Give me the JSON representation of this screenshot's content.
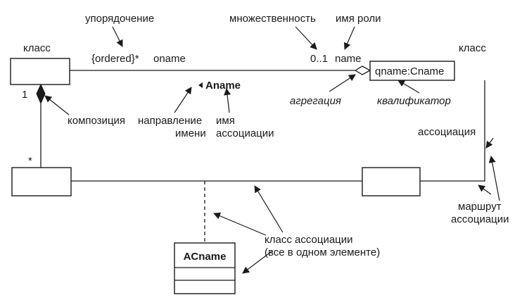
{
  "labels": {
    "ordering_callout": "упорядочение",
    "multiplicity_callout": "множественность",
    "role_name_callout": "имя роли",
    "class_left": "класс",
    "class_right": "класс",
    "ordered_constraint": "{ordered}*",
    "role_oname": "oname",
    "multiplicity_range": "0..1",
    "role_name": "name",
    "qualifier": "qname:Cname",
    "association_name": "Aname",
    "one": "1",
    "star": "*",
    "aggregation_callout": "агрегация",
    "qualifier_callout": "квалификатор",
    "composition_callout": "композиция",
    "name_direction_line1": "направление",
    "name_direction_line2": "имени",
    "association_name_line1": "имя",
    "association_name_line2": "ассоциации",
    "association_callout": "ассоциация",
    "route_line1": "маршрут",
    "route_line2": "ассоциации",
    "assoc_class_line1": "класс ассоциации",
    "assoc_class_line2": "(все в одном элементе)",
    "assoc_class_name": "ACname"
  }
}
